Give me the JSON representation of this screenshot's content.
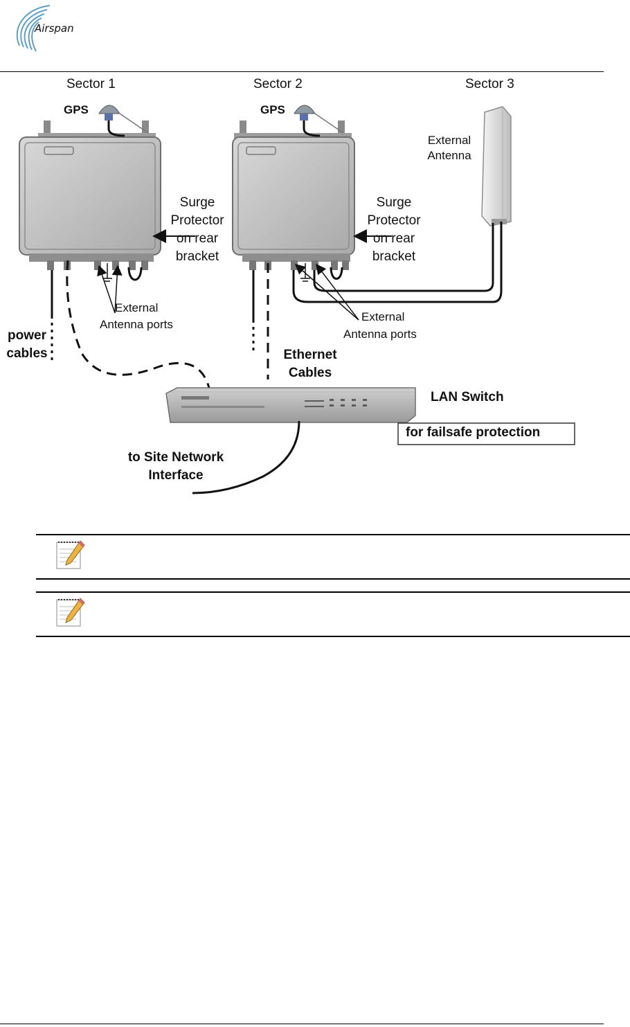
{
  "header": {
    "logo_text": "Airspan"
  },
  "diagram": {
    "sectors": [
      "Sector 1",
      "Sector 2",
      "Sector 3"
    ],
    "gps_label": "GPS",
    "external_antenna": [
      "External",
      "Antenna"
    ],
    "surge": [
      "Surge",
      "Protector",
      "on rear",
      "bracket"
    ],
    "ext_ports": [
      "External",
      "Antenna ports"
    ],
    "power": [
      "power",
      "cables"
    ],
    "ethernet": [
      "Ethernet",
      "Cables"
    ],
    "lan_switch": "LAN Switch",
    "failsafe": "for failsafe protection",
    "site_network": [
      "to Site Network",
      "Interface"
    ]
  },
  "notes": [
    {
      "icon": "notepad-pencil-icon"
    },
    {
      "icon": "notepad-pencil-icon"
    }
  ]
}
